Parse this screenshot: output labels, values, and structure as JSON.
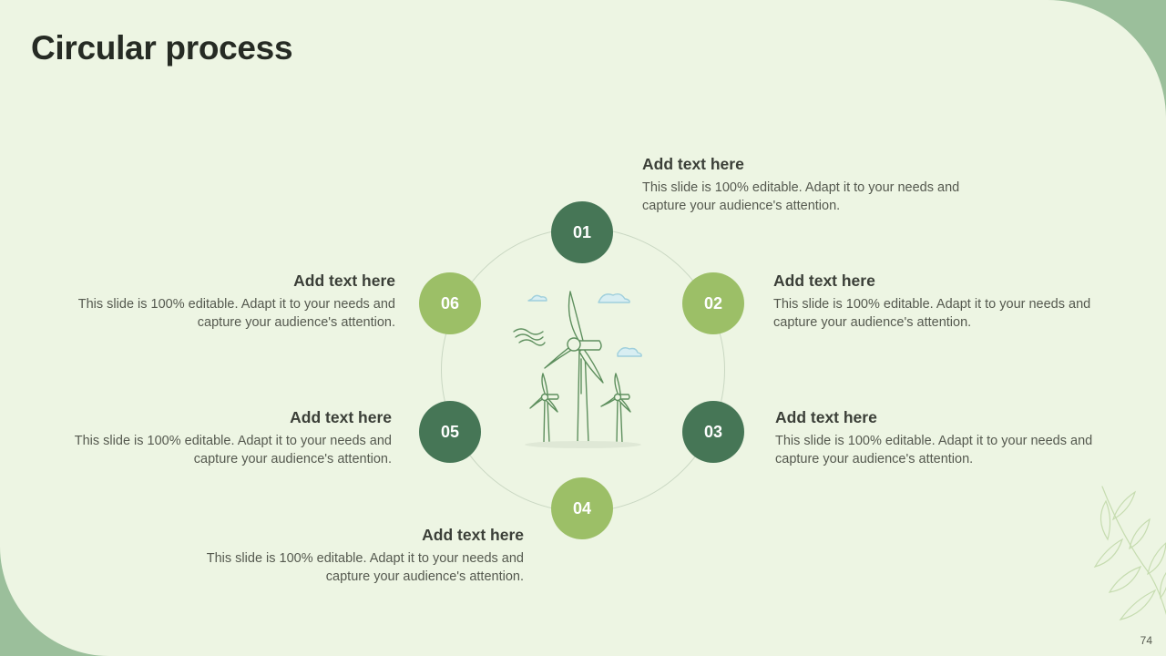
{
  "slide": {
    "title": "Circular process",
    "page_number": "74"
  },
  "colors": {
    "dark_green": "#467656",
    "light_green": "#9cbf67",
    "background": "#edf5e3",
    "corner_accent": "#9bbf9b"
  },
  "steps": [
    {
      "number": "01",
      "heading": "Add text here",
      "body": "This slide is 100% editable. Adapt it to your needs and capture your audience's attention."
    },
    {
      "number": "02",
      "heading": "Add text here",
      "body": "This slide is 100% editable. Adapt it to your needs and capture your audience's attention."
    },
    {
      "number": "03",
      "heading": "Add text here",
      "body": "This slide is 100% editable. Adapt it to your needs and capture your audience's attention."
    },
    {
      "number": "04",
      "heading": "Add text here",
      "body": "This slide is 100% editable. Adapt it to your needs and capture your audience's attention."
    },
    {
      "number": "05",
      "heading": "Add text here",
      "body": "This slide is 100% editable. Adapt it to your needs and capture your audience's attention."
    },
    {
      "number": "06",
      "heading": "Add text here",
      "body": "This slide is 100% editable. Adapt it to your needs and capture your audience's attention."
    }
  ],
  "icons": {
    "center": "wind-turbines-illustration",
    "decoration": "leaf-branch-decoration"
  }
}
